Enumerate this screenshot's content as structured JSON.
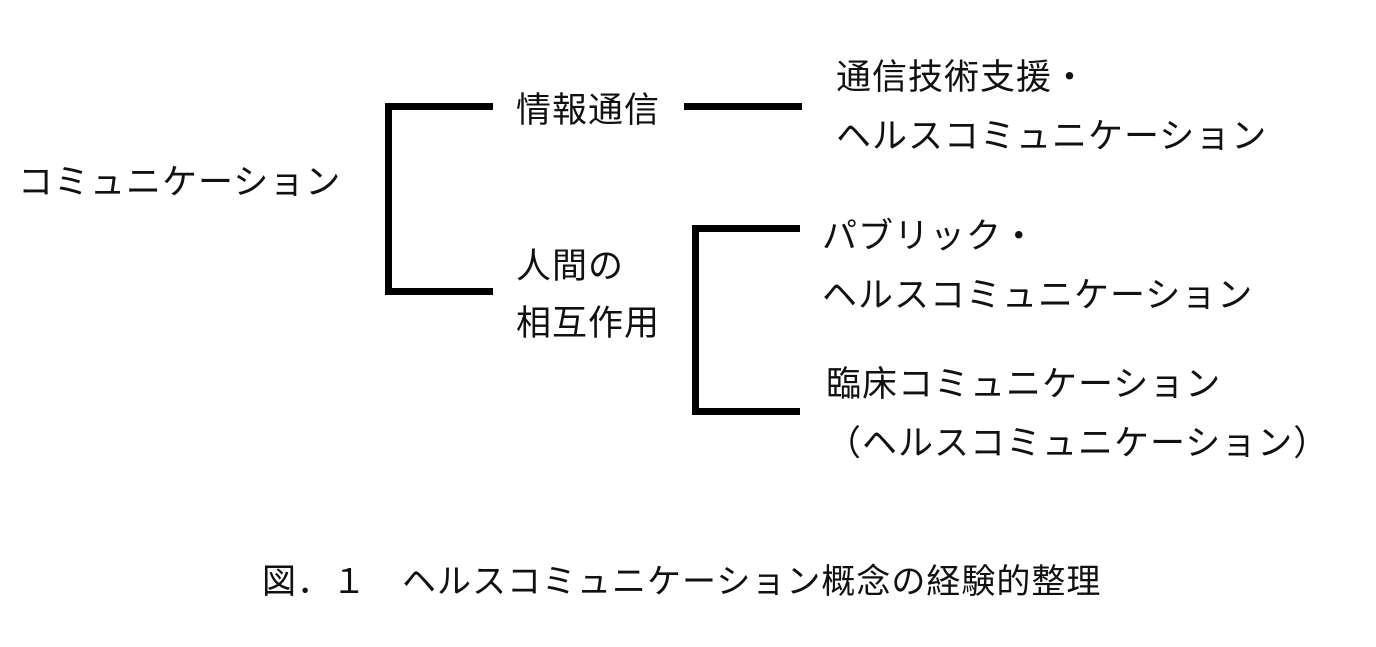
{
  "diagram": {
    "root": "コミュニケーション",
    "branches": {
      "info": {
        "label": "情報通信",
        "leaf": {
          "line1": "通信技術支援・",
          "line2": "ヘルスコミュニケーション"
        }
      },
      "human": {
        "line1": "人間の",
        "line2": "相互作用",
        "leaves": {
          "public": {
            "line1": "パブリック・",
            "line2": "ヘルスコミュニケーション"
          },
          "clinical": {
            "line1": "臨床コミュニケーション",
            "line2": "（ヘルスコミュニケーション）"
          }
        }
      }
    },
    "line_color": "#000000"
  },
  "caption": "図．１　ヘルスコミュニケーション概念の経験的整理"
}
